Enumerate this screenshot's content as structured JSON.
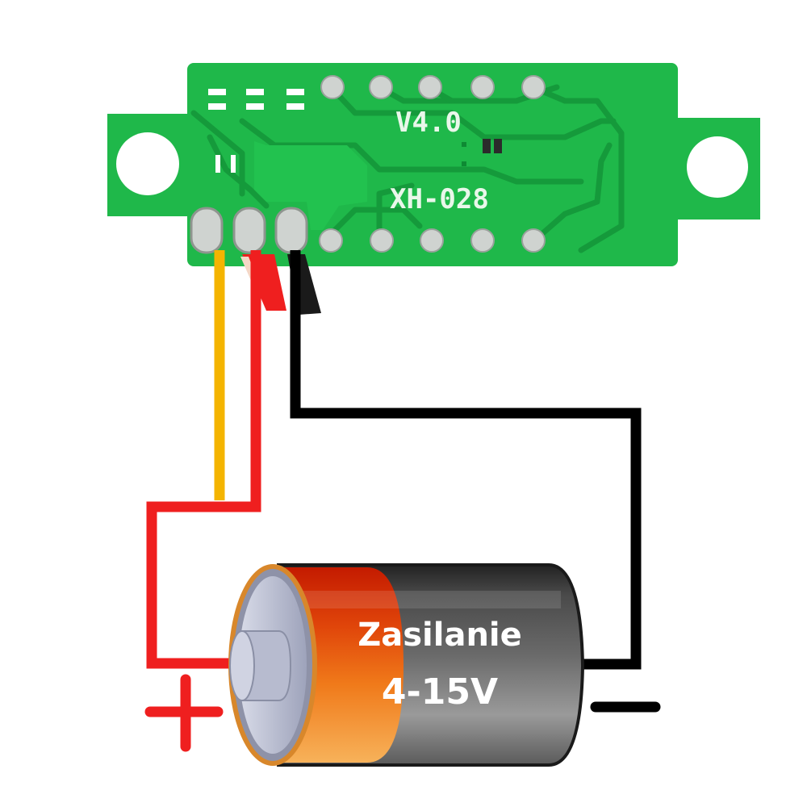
{
  "board": {
    "version_label": "V4.0",
    "model_label": "XH-028",
    "pcb_color": "#1fb84a",
    "trace_color": "#17a03f",
    "pad_color": "#cfd3d0"
  },
  "battery": {
    "label_line1": "Zasilanie",
    "label_line2": "4-15V",
    "positive_symbol": "+",
    "negative_symbol": "-"
  },
  "wires": {
    "yellow": "#f4b400",
    "red": "#ef1f1f",
    "black": "#000000"
  }
}
